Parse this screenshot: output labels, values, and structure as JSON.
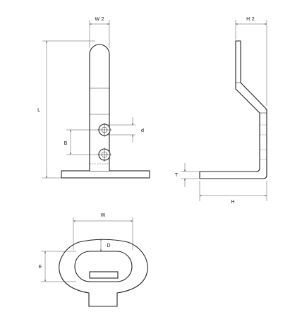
{
  "diagram": {
    "dimensions": {
      "W2": "W 2",
      "H2": "H 2",
      "L": "L",
      "d": "d",
      "B": "B",
      "T": "T",
      "H": "H",
      "W": "W",
      "D": "D",
      "E": "E"
    }
  }
}
